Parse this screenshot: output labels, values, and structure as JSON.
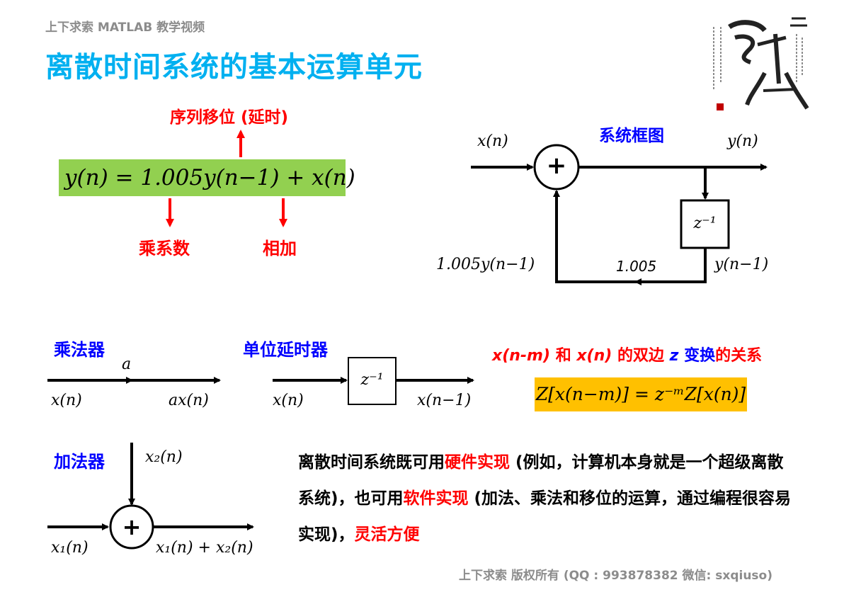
{
  "header": {
    "source": "上下求索 MATLAB 教学视频",
    "title": "离散时间系统的基本运算单元"
  },
  "equation": {
    "text": "y(n) = 1.005y(n−1) + x(n)",
    "label_shift": "序列移位 (延时)",
    "label_multiply": "乘系数",
    "label_add": "相加"
  },
  "block_diagram": {
    "title": "系统框图",
    "input": "x(n)",
    "output": "y(n)",
    "adder_symbol": "+",
    "delay": "z⁻¹",
    "feedback_out": "y(n−1)",
    "feedback_in": "1.005y(n−1)",
    "coefficient": "1.005"
  },
  "multiplier": {
    "title": "乘法器",
    "coef": "a",
    "input": "x(n)",
    "output": "ax(n)"
  },
  "unit_delay": {
    "title": "单位延时器",
    "input": "x(n)",
    "box": "z⁻¹",
    "output": "x(n−1)"
  },
  "z_relation": {
    "caption_parts": [
      "x(n-m)",
      " 和 ",
      "x(n)",
      " 的双边 ",
      "z",
      " 变换",
      "的关系"
    ],
    "formula": "Z[x(n−m)] = z⁻ᵐZ[x(n)]"
  },
  "adder": {
    "title": "加法器",
    "input1": "x₁(n)",
    "input2": "x₂(n)",
    "symbol": "+",
    "output": "x₁(n) + x₂(n)"
  },
  "paragraph": {
    "parts": [
      "离散时间系统既可用",
      "硬件实现",
      " (例如，计算机本身就是一个超级离散系统)，也可用",
      "软件实现",
      " (加法、乘法和移位的运算，通过编程很容易实现)，",
      "灵活方便"
    ]
  },
  "footer": {
    "text": "上下求索  版权所有  (QQ : 993878382    微信: sxqiuso)"
  },
  "colors": {
    "title": "#00b0f0",
    "accent_red": "#ff0000",
    "accent_blue": "#0000ff",
    "equation_bg": "#92d050",
    "formula_bg": "#ffc000",
    "gray": "#8c8c8c"
  },
  "seal": {
    "icon": "calligraphy-seal-icon"
  }
}
